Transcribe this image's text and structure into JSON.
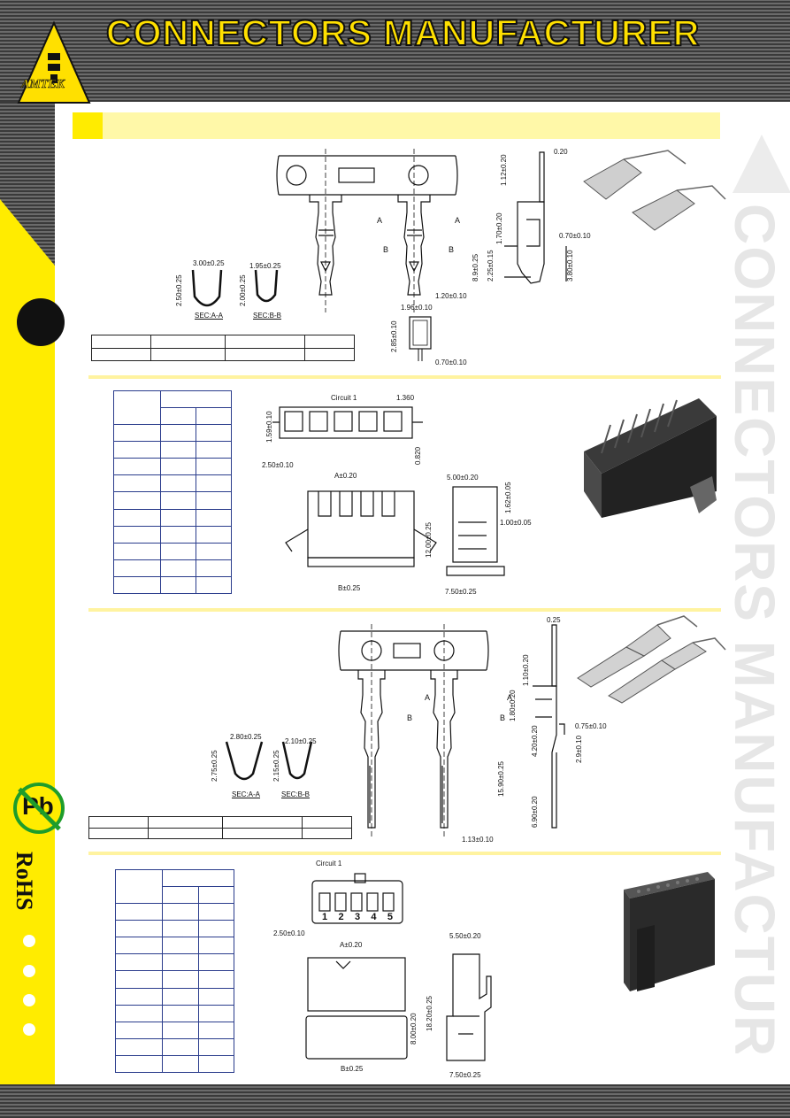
{
  "header": {
    "title": "CONNECTORS MANUFACTURER",
    "logo_text": "AMTEK"
  },
  "sidebar": {
    "pb_label": "Pb",
    "rohs_label": "RoHS"
  },
  "watermark": {
    "text": "CONNECTORS MANUFACTURE"
  },
  "section1": {
    "dims": {
      "d020": "0.20",
      "d112": "1.12±0.20",
      "d89": "8.9±0.25",
      "d170": "1.70±0.20",
      "d070a": "0.70±0.10",
      "d225": "2.25±0.15",
      "d380": "3.80±0.10",
      "d300": "3.00±0.25",
      "d195": "1.95±0.25",
      "d250v": "2.50±0.25",
      "d200v": "2.00±0.25",
      "secA": "SEC:A-A",
      "secB": "SEC:B-B",
      "d120": "1.20±0.10",
      "d196": "1.96±0.10",
      "d285": "2.85±0.10",
      "d070b": "0.70±0.10",
      "A": "A",
      "B": "B"
    }
  },
  "section2": {
    "dims": {
      "circuit": "Circuit 1",
      "d1360": "1.360",
      "d159": "1.59±0.10",
      "d0820": "0.820",
      "d250": "2.50±0.10",
      "dA": "A±0.20",
      "d500": "5.00±0.20",
      "d162": "1.62±0.05",
      "d1200": "12.00±0.25",
      "d100": "1.00±0.05",
      "dB": "B±0.25",
      "d750": "7.50±0.25"
    }
  },
  "section3": {
    "dims": {
      "d025": "0.25",
      "d110": "1.10±0.20",
      "d180": "1.80±0.20",
      "d075": "0.75±0.10",
      "d420": "4.20±0.20",
      "d29": "2.9±0.10",
      "d1590": "15.90±0.25",
      "d690": "6.90±0.20",
      "d280": "2.80±0.25",
      "d210": "2.10±0.25",
      "d275v": "2.75±0.25",
      "d215v": "2.15±0.25",
      "secA": "SEC:A-A",
      "secB": "SEC:B-B",
      "d113": "1.13±0.10",
      "A": "A",
      "B": "B"
    }
  },
  "section4": {
    "dims": {
      "circuit": "Circuit 1",
      "pins": [
        "1",
        "2",
        "3",
        "4",
        "5"
      ],
      "d250": "2.50±0.10",
      "dA": "A±0.20",
      "d550": "5.50±0.20",
      "d1820": "18.20±0.25",
      "d800": "8.00±0.20",
      "dB": "B±0.25",
      "d750": "7.50±0.25"
    }
  },
  "colors": {
    "yellow": "#ffec00",
    "pale_yellow": "#fff8a8",
    "dark_stripe": "#3a3a3a",
    "table_blue": "#2a3c8c",
    "green": "#1e9d2b"
  }
}
